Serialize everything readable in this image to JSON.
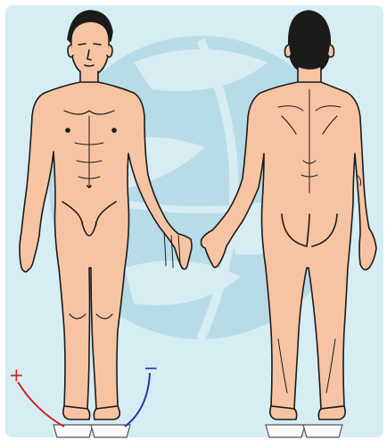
{
  "labels": {
    "positive_terminal": "+",
    "negative_terminal": "−"
  },
  "colors": {
    "background": "#d6edf4",
    "globe": "#b4dbe6",
    "globe_highlight": "#d8eef3",
    "skin": "#f7c4a3",
    "hair": "#1b1b1b",
    "outline": "#1b1b1b",
    "positive_wire": "#d0231f",
    "negative_wire": "#2b2fb8",
    "foot_plate": "#fafafa"
  },
  "figures": [
    {
      "name": "anterior-view",
      "view": "front"
    },
    {
      "name": "posterior-view",
      "view": "back"
    }
  ]
}
